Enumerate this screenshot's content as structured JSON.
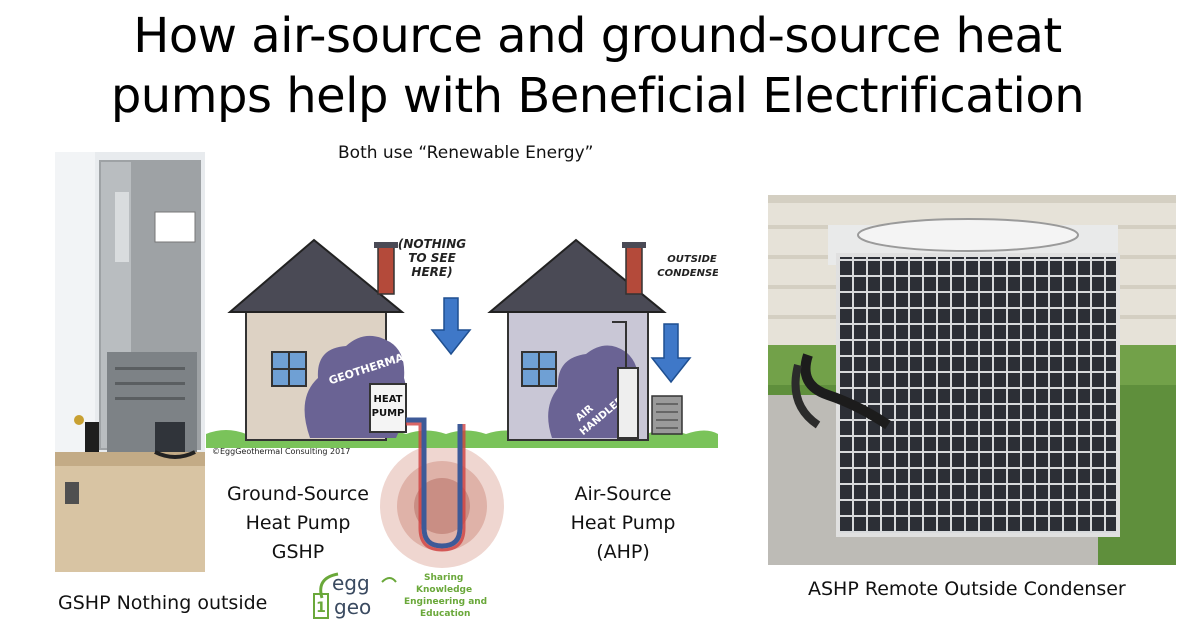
{
  "title_line1": "How air-source and ground-source heat",
  "title_line2": "pumps help with Beneficial Electrification",
  "subtitle": "Both use “Renewable Energy”",
  "left_photo_caption": "GSHP Nothing outside",
  "right_photo_caption": "ASHP Remote Outside Condenser",
  "illustration": {
    "nothing_note": [
      "(NOTHING",
      "TO SEE",
      "HERE)"
    ],
    "condenser_note": [
      "OUTSIDE",
      "CONDENSER"
    ],
    "geothermal_label": "GEOTHERMAL",
    "heat_pump_label": [
      "HEAT",
      "PUMP"
    ],
    "air_handler_label": [
      "AIR",
      "HANDLER"
    ],
    "copyright": "©EggGeothermal Consulting 2017"
  },
  "gshp_label": [
    "Ground-Source",
    "Heat Pump",
    "GSHP"
  ],
  "ahp_label": [
    "Air-Source",
    "Heat Pump",
    "(AHP)"
  ],
  "logo": {
    "brand_top": "egg",
    "brand_bottom": "geo",
    "tagline": [
      "Sharing",
      "Knowledge",
      "Engineering and",
      "Education"
    ]
  },
  "colors": {
    "house_left": "#ddd2c4",
    "house_right": "#c9c7d6",
    "roof": "#4a4a55",
    "cloud_purple": "#6a6394",
    "arrow_blue": "#3f78c8",
    "grass": "#6ab94a",
    "logo_green": "#6aa83a"
  }
}
